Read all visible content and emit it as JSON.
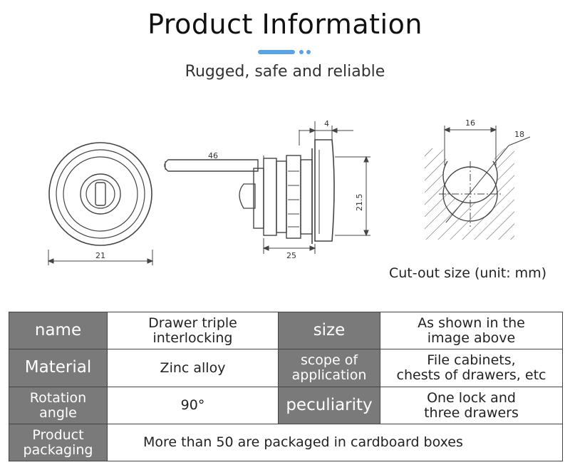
{
  "header": {
    "title": "Product Information",
    "subtitle": "Rugged, safe and reliable"
  },
  "diagram": {
    "front_dim_width": "21",
    "side_dim_bar": "46",
    "side_dim_top": "4",
    "side_dim_height": "21.5",
    "side_dim_bottom": "25",
    "cutout_dim_width": "16",
    "cutout_dim_radius": "18",
    "cutout_caption": "Cut-out size (unit: mm)"
  },
  "specs": {
    "rows": [
      {
        "key1": "name",
        "val1_line1": "Drawer triple",
        "val1_line2": "interlocking",
        "key2": "size",
        "val2_line1": "As shown in the",
        "val2_line2": "image above"
      },
      {
        "key1": "Material",
        "val1": "Zinc alloy",
        "key2_line1": "scope of",
        "key2_line2": "application",
        "val2_line1": "File cabinets,",
        "val2_line2": "chests of drawers, etc"
      },
      {
        "key1_line1": "Rotation",
        "key1_line2": "angle",
        "val1": "90°",
        "key2": "peculiarity",
        "val2_line1": "One lock and",
        "val2_line2": "three drawers"
      },
      {
        "key1_line1": "Product",
        "key1_line2": "packaging",
        "val1": "More than 50 are packaged in cardboard boxes"
      }
    ]
  },
  "colors": {
    "accent": "#5aa3e6",
    "key_cell_bg": "#7a7a7a"
  }
}
